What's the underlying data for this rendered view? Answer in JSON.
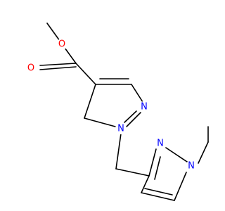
{
  "molecule": {
    "atoms": {
      "o_ester": {
        "symbol": "O",
        "color": "#ff0000"
      },
      "o_carbonyl": {
        "symbol": "O",
        "color": "#ff0000"
      },
      "n_ring1_b": {
        "symbol": "N",
        "color": "#0000ff"
      },
      "n_ring1_a": {
        "symbol": "N",
        "color": "#0000ff"
      },
      "n_ring2_b": {
        "symbol": "N",
        "color": "#0000ff"
      },
      "n_ring2_a": {
        "symbol": "N",
        "color": "#0000ff"
      }
    },
    "bond_color": "#000000",
    "background": "#ffffff"
  }
}
